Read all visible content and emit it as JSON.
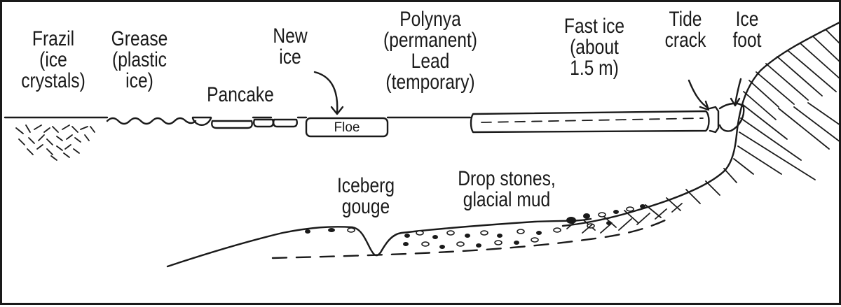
{
  "labels": {
    "frazil": [
      "Frazil",
      "(ice",
      "crystals)"
    ],
    "grease": [
      "Grease",
      "(plastic",
      "ice)"
    ],
    "pancake": [
      "Pancake"
    ],
    "new_ice": [
      "New",
      "ice"
    ],
    "polynya": [
      "Polynya",
      "(permanent)",
      "Lead",
      "(temporary)"
    ],
    "fast_ice": [
      "Fast ice",
      "(about",
      "1.5 m)"
    ],
    "tide_crack": [
      "Tide",
      "crack"
    ],
    "ice_foot": [
      "Ice",
      "foot"
    ],
    "iceberg_gouge": [
      "Iceberg",
      "gouge"
    ],
    "drop_stones": [
      "Drop stones,",
      "glacial mud"
    ],
    "floe": "Floe"
  },
  "colors": {
    "ink": "#1a1a1a",
    "background": "#ffffff"
  }
}
